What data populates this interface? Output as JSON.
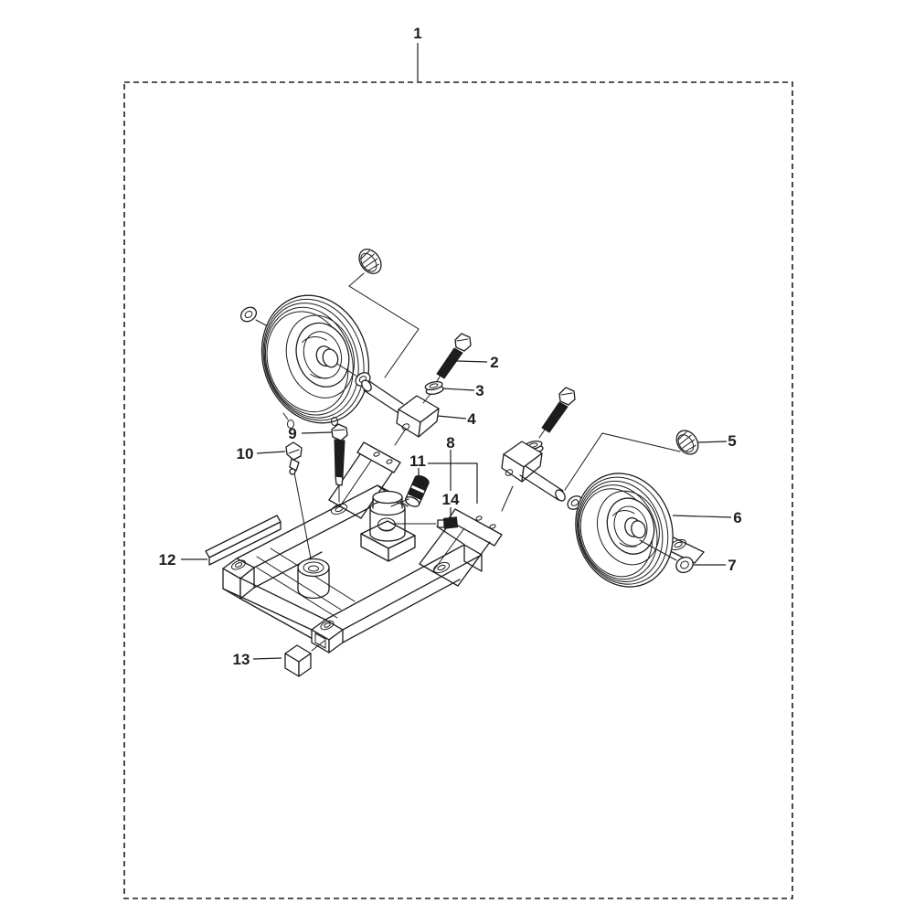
{
  "figure": {
    "background_color": "#ffffff",
    "ink_color": "#1d1d1b",
    "border_style": "dashed",
    "callouts": [
      {
        "label": "1"
      },
      {
        "label": "2"
      },
      {
        "label": "3"
      },
      {
        "label": "4"
      },
      {
        "label": "5"
      },
      {
        "label": "6"
      },
      {
        "label": "7"
      },
      {
        "label": "8"
      },
      {
        "label": "9"
      },
      {
        "label": "10"
      },
      {
        "label": "11"
      },
      {
        "label": "12"
      },
      {
        "label": "13"
      },
      {
        "label": "14"
      }
    ]
  }
}
